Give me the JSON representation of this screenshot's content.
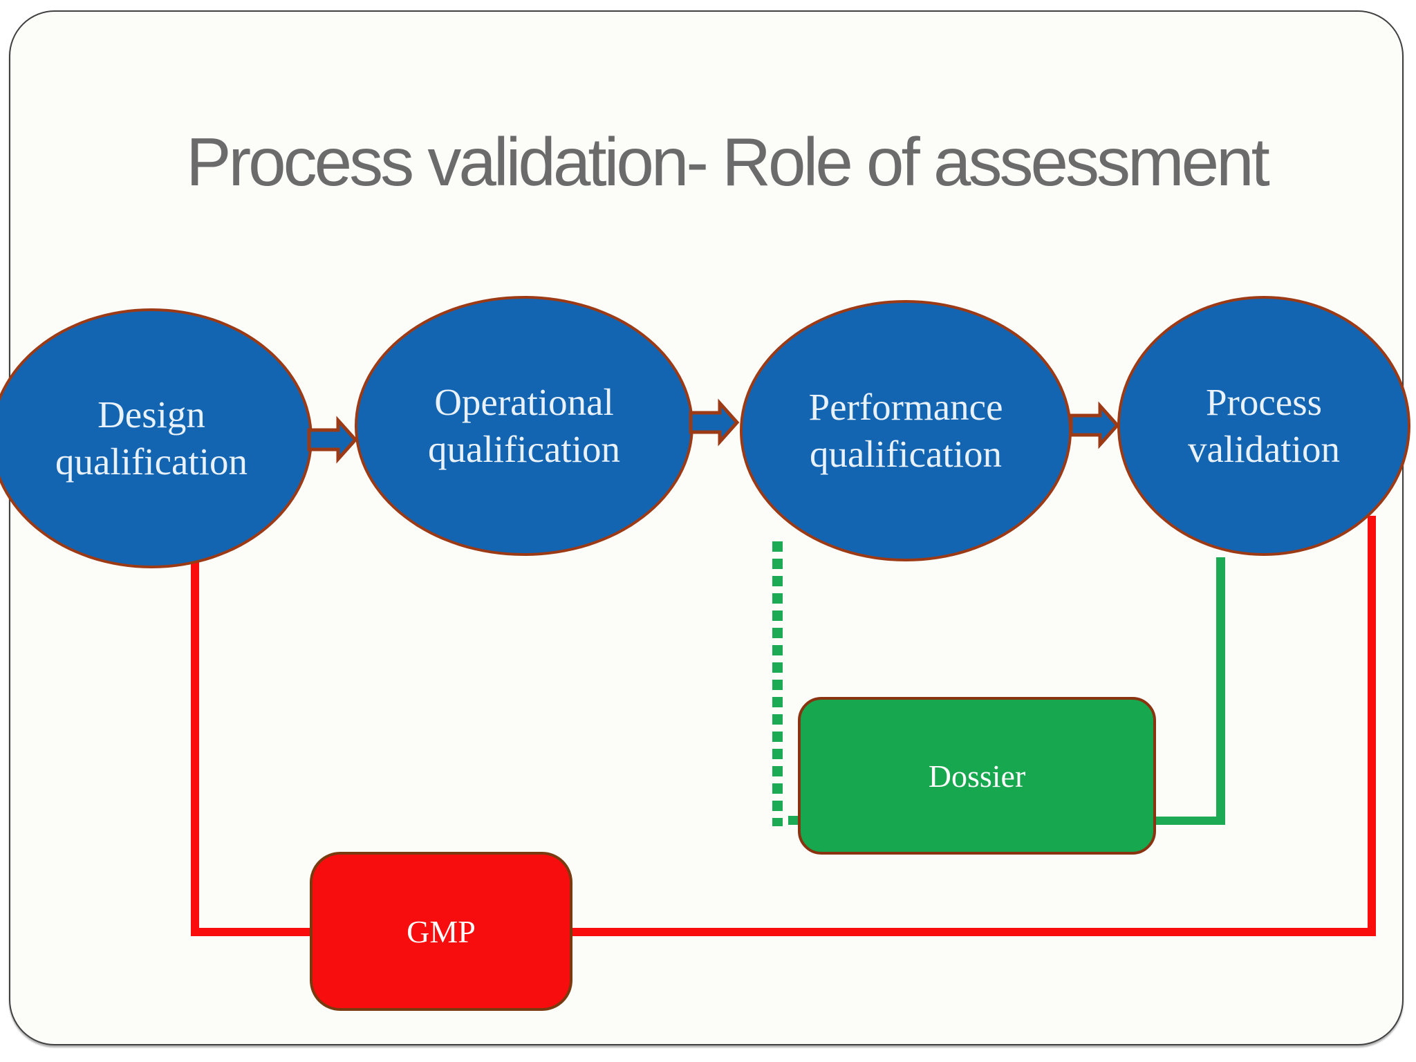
{
  "title": "Process validation- Role of assessment",
  "nodes": [
    {
      "id": "design",
      "line1": "Design",
      "line2": "qualification"
    },
    {
      "id": "operational",
      "line1": "Operational",
      "line2": "qualification"
    },
    {
      "id": "performance",
      "line1": "Performance",
      "line2": "qualification"
    },
    {
      "id": "process",
      "line1": "Process",
      "line2": "validation"
    }
  ],
  "boxes": {
    "dossier": {
      "label": "Dossier"
    },
    "gmp": {
      "label": "GMP"
    }
  },
  "edges": [
    {
      "from": "design",
      "to": "operational",
      "style": "blue-block-arrow"
    },
    {
      "from": "operational",
      "to": "performance",
      "style": "blue-block-arrow"
    },
    {
      "from": "performance",
      "to": "process",
      "style": "blue-block-arrow"
    },
    {
      "from": "performance",
      "to": "dossier",
      "style": "green-dotted-line"
    },
    {
      "from": "process",
      "to": "dossier",
      "style": "green-solid-line"
    },
    {
      "from": "design",
      "to": "gmp",
      "style": "red-solid-line"
    },
    {
      "from": "gmp",
      "to": "process",
      "style": "red-solid-line"
    }
  ],
  "colors": {
    "node_fill": "#1365B2",
    "node_border": "#9C3A16",
    "node_text": "#E9F2FB",
    "dossier_fill": "#17A74E",
    "dossier_border": "#8A3311",
    "gmp_fill": "#F70D0D",
    "gmp_border": "#7A3A10",
    "green_line": "#1CAB54",
    "red_line": "#F90D0D",
    "title_text": "#6B6B6B",
    "frame_border": "#404040",
    "slide_background": "#FCFCF9"
  }
}
